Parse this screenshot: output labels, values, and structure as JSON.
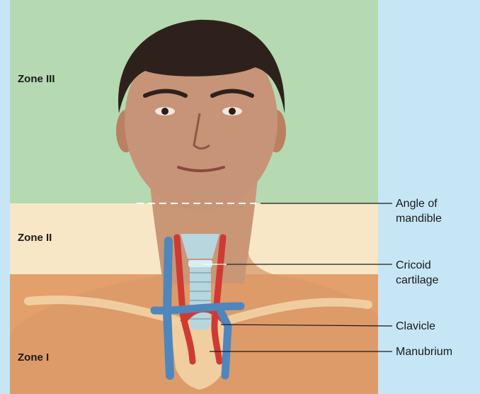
{
  "zones": [
    {
      "label": "Zone III",
      "color": "#b5d9b0"
    },
    {
      "label": "Zone II",
      "color": "#f8e7c6"
    },
    {
      "label": "Zone I",
      "color": "#e3a06b"
    }
  ],
  "callouts": [
    {
      "lines": [
        "Angle of",
        "mandible"
      ]
    },
    {
      "lines": [
        "Cricoid",
        "cartilage"
      ]
    },
    {
      "lines": [
        "Clavicle"
      ]
    },
    {
      "lines": [
        "Manubrium"
      ]
    }
  ],
  "colors": {
    "background": "#c6e6f6",
    "skin": "#c79478",
    "hair": "#2e211c",
    "artery": "#cf3a32",
    "vein": "#4f86bc",
    "cartilage": "#b7d6de",
    "bone": "#f2d3a5"
  }
}
